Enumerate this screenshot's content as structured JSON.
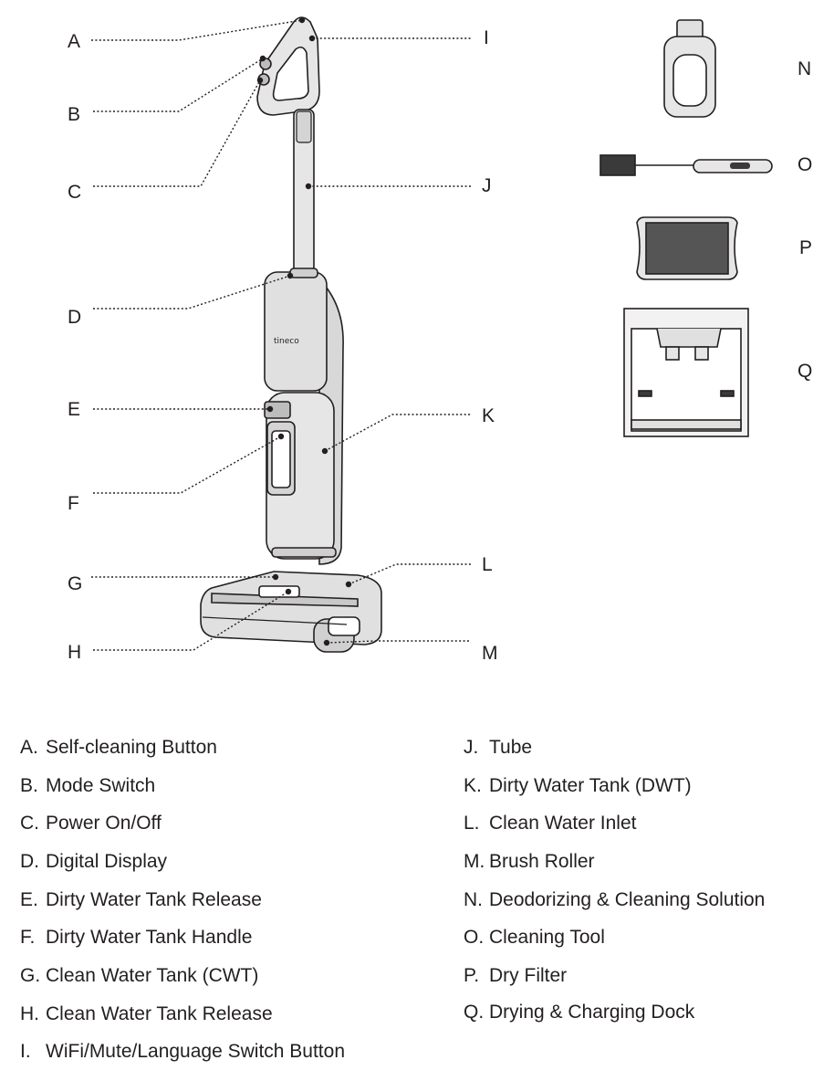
{
  "callouts": {
    "A": "A",
    "B": "B",
    "C": "C",
    "D": "D",
    "E": "E",
    "F": "F",
    "G": "G",
    "H": "H",
    "I": "I",
    "J": "J",
    "K": "K",
    "L": "L",
    "M": "M",
    "N": "N",
    "O": "O",
    "P": "P",
    "Q": "Q"
  },
  "brand_mark": "tineco",
  "legend": {
    "left": [
      {
        "key": "A.",
        "label": "Self-cleaning Button"
      },
      {
        "key": "B.",
        "label": "Mode Switch"
      },
      {
        "key": "C.",
        "label": "Power On/Off"
      },
      {
        "key": "D.",
        "label": "Digital Display"
      },
      {
        "key": "E.",
        "label": "Dirty Water Tank Release"
      },
      {
        "key": "F.",
        "label": "Dirty Water Tank Handle"
      },
      {
        "key": "G.",
        "label": "Clean Water Tank (CWT)"
      },
      {
        "key": "H.",
        "label": "Clean Water Tank Release"
      },
      {
        "key": "I.",
        "label": "WiFi/Mute/Language Switch Button"
      }
    ],
    "right": [
      {
        "key": "J.",
        "label": "Tube"
      },
      {
        "key": "K.",
        "label": "Dirty Water Tank (DWT)"
      },
      {
        "key": "L.",
        "label": "Clean Water Inlet"
      },
      {
        "key": "M.",
        "label": "Brush Roller"
      },
      {
        "key": "N.",
        "label": "Deodorizing & Cleaning Solution"
      },
      {
        "key": "O.",
        "label": "Cleaning Tool"
      },
      {
        "key": "P.",
        "label": "Dry Filter"
      },
      {
        "key": "Q.",
        "label": "Drying & Charging Dock"
      }
    ]
  }
}
